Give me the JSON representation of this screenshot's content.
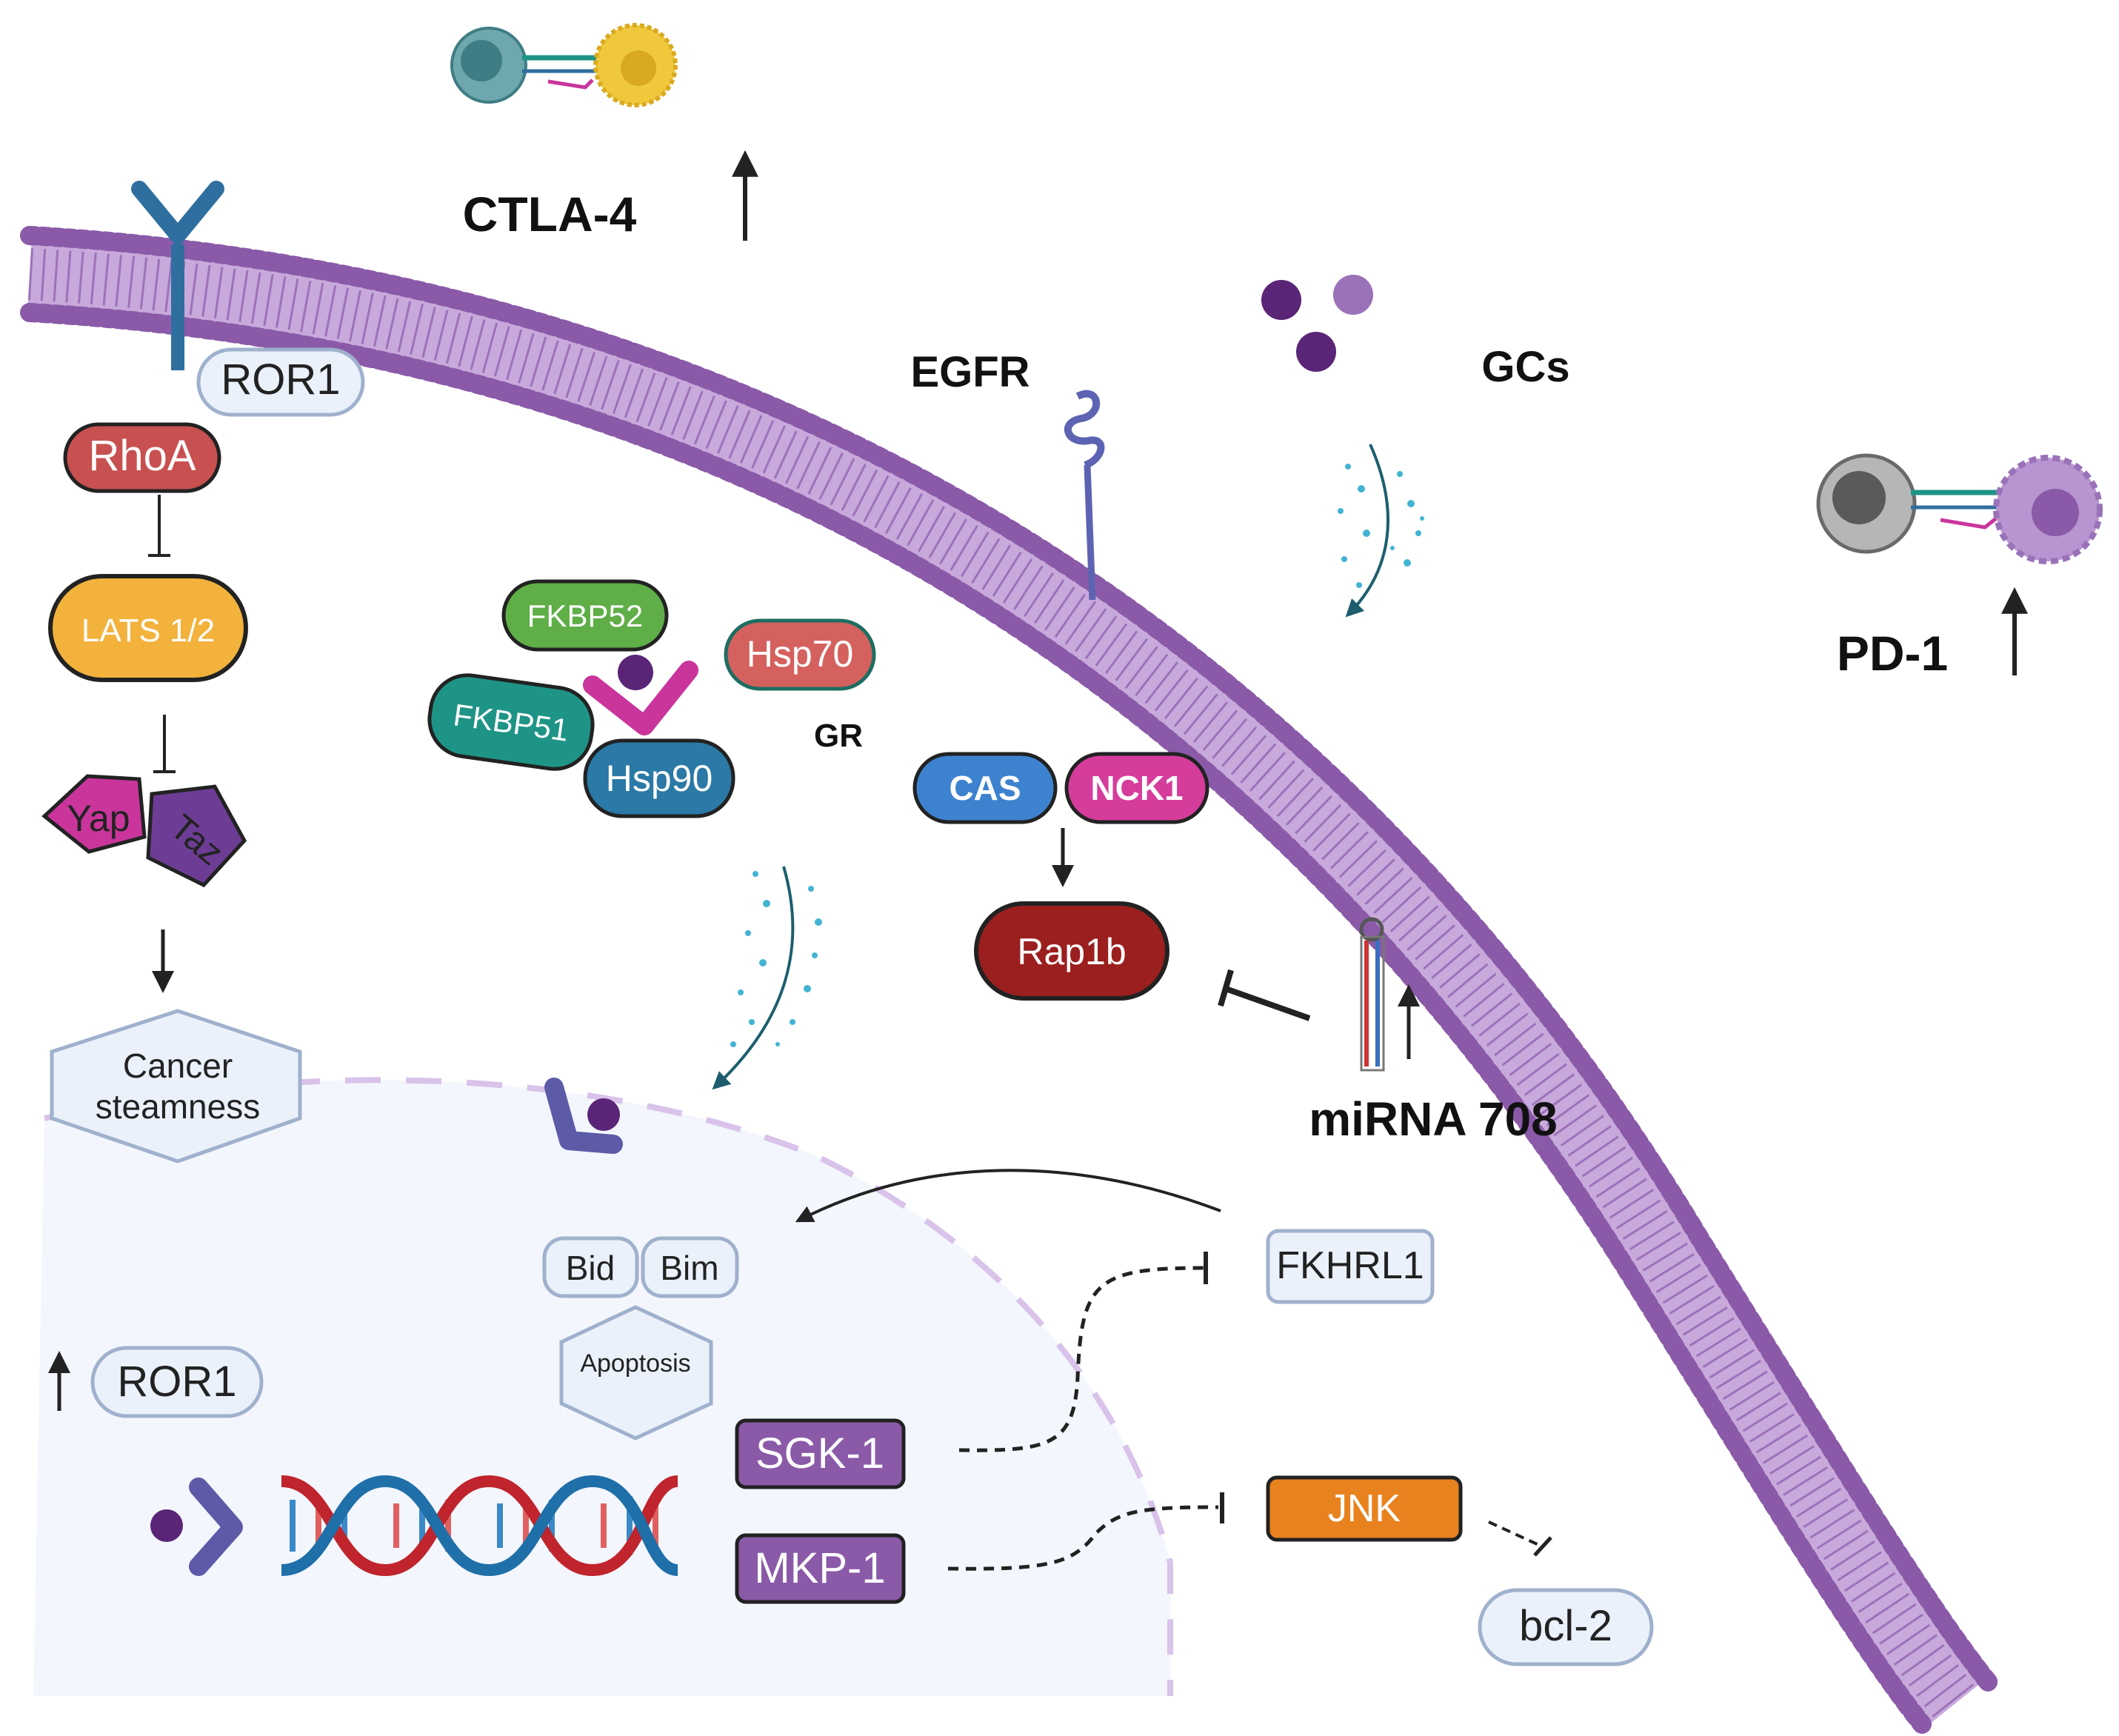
{
  "labels": {
    "ctla4": "CTLA-4",
    "egfr": "EGFR",
    "gcs": "GCs",
    "pd1": "PD-1",
    "gr": "GR",
    "mirna": "miRNA 708"
  },
  "proteins": {
    "ror1_membrane": "ROR1",
    "rhoa": "RhoA",
    "lats": "LATS 1/2",
    "yap": "Yap",
    "taz": "Taz",
    "cancer_stemness_line1": "Cancer",
    "cancer_stemness_line2": "steamness",
    "fkbp52": "FKBP52",
    "fkbp51": "FKBP51",
    "hsp90": "Hsp90",
    "hsp70": "Hsp70",
    "cas": "CAS",
    "nck1": "NCK1",
    "rap1b": "Rap1b",
    "bid": "Bid",
    "bim": "Bim",
    "apoptosis": "Apoptosis",
    "ror1_nucleus": "ROR1",
    "sgk1": "SGK-1",
    "mkp1": "MKP-1",
    "fkhrl1": "FKHRL1",
    "jnk": "JNK",
    "bcl2": "bcl-2"
  },
  "colors": {
    "membrane": "#8a5aa8",
    "nucleus_fill": "#f3f6fd",
    "nucleus_border": "#d9c3ea",
    "rhoa": "#c85050",
    "lats": "#f2b23c",
    "yap": "#c9359b",
    "taz": "#6d3d95",
    "fkbp52": "#5fae47",
    "fkbp51": "#1e9486",
    "hsp90": "#2a79a6",
    "hsp70": "#d4615e",
    "cas": "#3d82cf",
    "nck1": "#d63c9c",
    "rap1b": "#9b1f1f",
    "sgk1": "#8a5aa8",
    "mkp1": "#8a5aa8",
    "jnk": "#e8821f",
    "light_box_fill": "#eaf1fb",
    "light_box_border": "#9fb1cc",
    "ligand": "#5a2577"
  }
}
